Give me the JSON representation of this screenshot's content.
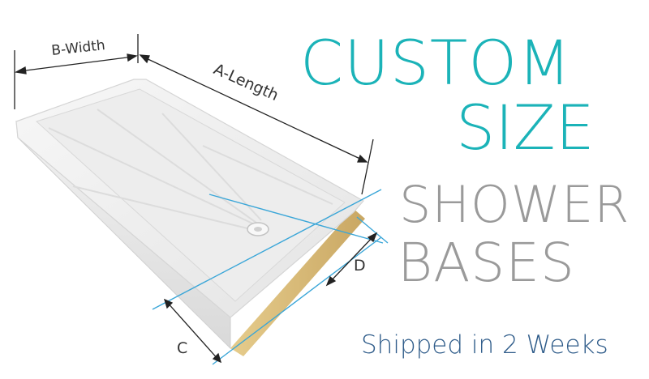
{
  "headline": {
    "line1": "CUSTOM",
    "line2": "SIZE",
    "line3": "SHOWER",
    "line4": "BASES"
  },
  "tagline": "Shipped in 2 Weeks",
  "dimension_labels": {
    "width": "B-Width",
    "length": "A-Length",
    "c": "C",
    "d": "D"
  },
  "colors": {
    "teal": "#1bb3b8",
    "gray": "#9a9a9a",
    "navy": "#2f5c8a",
    "guide_line": "#3aa6d8",
    "base_edge": "#d8b878"
  }
}
